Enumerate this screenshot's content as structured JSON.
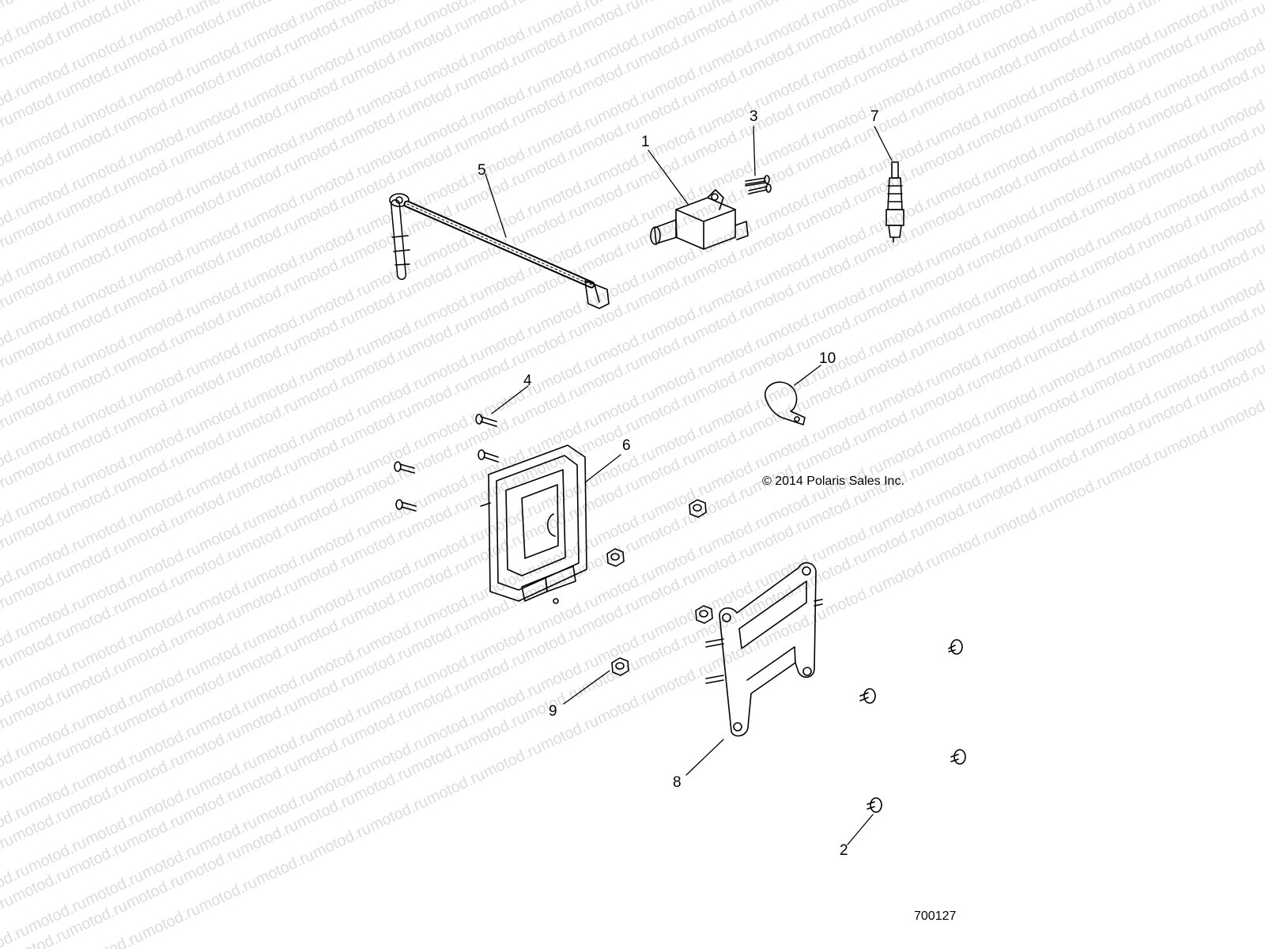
{
  "watermark_text": "motod.ru",
  "callouts": [
    "1",
    "2",
    "3",
    "4",
    "5",
    "6",
    "7",
    "8",
    "9",
    "10"
  ],
  "copyright": "© 2014 Polaris Sales Inc.",
  "figure_number": "700127",
  "colors": {
    "line": "#000000",
    "watermark": "#dcdcdc",
    "background": "#ffffff"
  }
}
